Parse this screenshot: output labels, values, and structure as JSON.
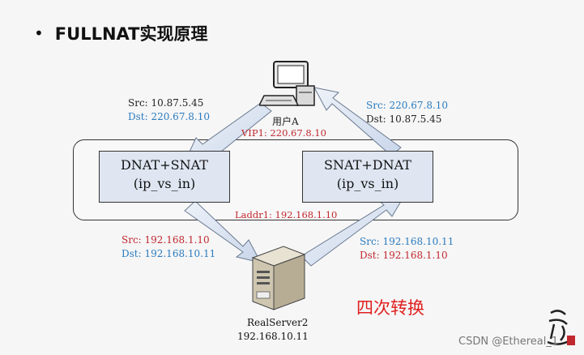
{
  "title": {
    "bullet": "•",
    "text": "FULLNAT实现原理"
  },
  "user": {
    "label": "用户A"
  },
  "request_in": {
    "src": "Src: 10.87.5.45",
    "dst": "Dst: 220.67.8.10"
  },
  "response_out": {
    "src": "Src: 220.67.8.10",
    "dst": "Dst: 10.87.5.45"
  },
  "vip": "VIP1: 220.67.8.10",
  "laddr": "Laddr1: 192.168.1.10",
  "left_box": {
    "line1": "DNAT+SNAT",
    "line2": "(ip_vs_in)"
  },
  "right_box": {
    "line1": "SNAT+DNAT",
    "line2": "(ip_vs_in)"
  },
  "to_server": {
    "src": "Src: 192.168.1.10",
    "dst": "Dst: 192.168.10.11"
  },
  "from_server": {
    "src": "Src: 192.168.10.11",
    "dst": "Dst: 192.168.1.10"
  },
  "server": {
    "name": "RealServer2",
    "ip": "192.168.10.11"
  },
  "four_conversions": "四次转换",
  "watermark": "CSDN @Ethereal_1",
  "colors": {
    "blue": "#2a7bbf",
    "red": "#c0282e",
    "box_fill": "#dfe6f2",
    "arrow_fill": "#dde6f3"
  }
}
